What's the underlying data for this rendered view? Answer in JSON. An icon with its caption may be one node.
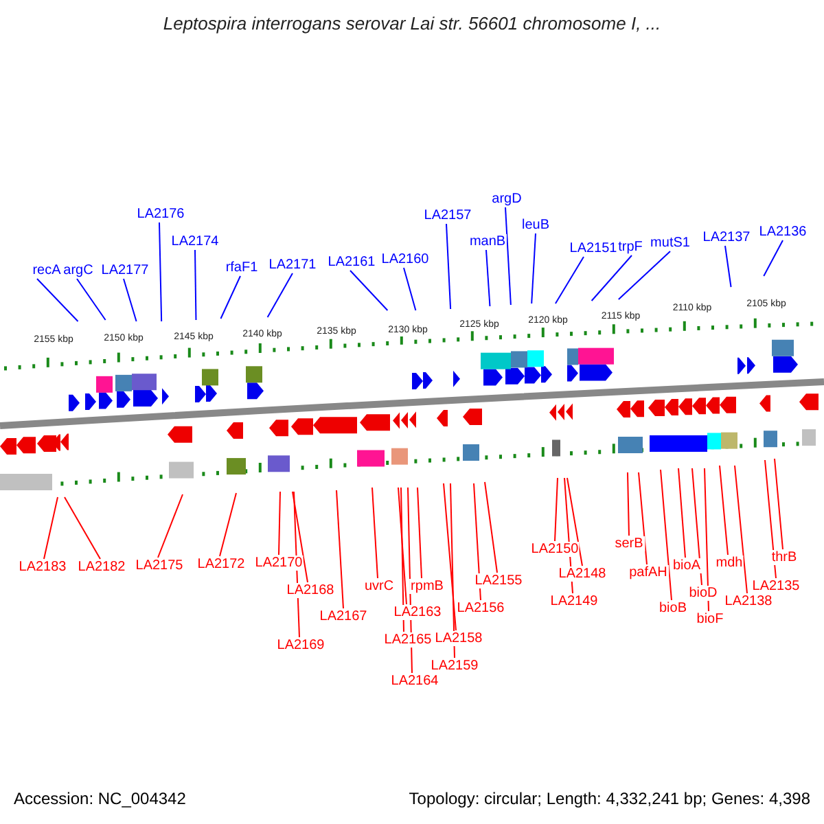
{
  "diagram": {
    "title": "Leptospira interrogans serovar Lai str. 56601 chromosome I, ...",
    "nodes": [
      {
        "text": [
          "recA"
        ]
      },
      {
        "text": [
          "argC"
        ]
      },
      {
        "text": [
          "LA2177"
        ]
      },
      {
        "text": [
          "LA2176"
        ]
      },
      {
        "text": [
          "LA2174"
        ]
      },
      {
        "text": [
          "rfaF1"
        ]
      },
      {
        "text": [
          "LA2171"
        ]
      },
      {
        "text": [
          "LA2161"
        ]
      },
      {
        "text": [
          "LA2160"
        ]
      },
      {
        "text": [
          "LA2157"
        ]
      },
      {
        "text": [
          "argD"
        ]
      },
      {
        "text": [
          "manB"
        ]
      },
      {
        "text": [
          "leuB"
        ]
      },
      {
        "text": [
          "LA2151"
        ]
      },
      {
        "text": [
          "trpF"
        ]
      },
      {
        "text": [
          "mutS1"
        ]
      },
      {
        "text": [
          "LA2137"
        ]
      },
      {
        "text": [
          "LA2136"
        ]
      },
      {
        "text": [
          "LA2183"
        ]
      },
      {
        "text": [
          "LA2182"
        ]
      },
      {
        "text": [
          "LA2175"
        ]
      },
      {
        "text": [
          "LA2172"
        ]
      },
      {
        "text": [
          "LA2170"
        ]
      },
      {
        "text": [
          "LA2168"
        ]
      },
      {
        "text": [
          "LA2169"
        ]
      },
      {
        "text": [
          "LA2167"
        ]
      },
      {
        "text": [
          "uvrC"
        ]
      },
      {
        "text": [
          "rpmB"
        ]
      },
      {
        "text": [
          "LA2163"
        ]
      },
      {
        "text": [
          "LA2165"
        ]
      },
      {
        "text": [
          "LA2164"
        ]
      },
      {
        "text": [
          "LA2158"
        ]
      },
      {
        "text": [
          "LA2159"
        ]
      },
      {
        "text": [
          "LA2156"
        ]
      },
      {
        "text": [
          "LA2155"
        ]
      },
      {
        "text": [
          "LA2150"
        ]
      },
      {
        "text": [
          "LA2148"
        ]
      },
      {
        "text": [
          "LA2149"
        ]
      },
      {
        "text": [
          "serB"
        ]
      },
      {
        "text": [
          "pafAH"
        ]
      },
      {
        "text": [
          "bioB"
        ]
      },
      {
        "text": [
          "bioA"
        ]
      },
      {
        "text": [
          "bioD"
        ]
      },
      {
        "text": [
          "bioF"
        ]
      },
      {
        "text": [
          "mdh"
        ]
      },
      {
        "text": [
          "LA2138"
        ]
      },
      {
        "text": [
          "LA2135"
        ]
      },
      {
        "text": [
          "thrB"
        ]
      }
    ],
    "edges": [
      {
        "from": 0,
        "to": null,
        "arrow": "none",
        "color": "#0000ff"
      },
      {
        "from": 1,
        "to": null,
        "arrow": "none",
        "color": "#0000ff"
      },
      {
        "from": 2,
        "to": null,
        "arrow": "none",
        "color": "#0000ff"
      },
      {
        "from": 3,
        "to": null,
        "arrow": "none",
        "color": "#0000ff"
      },
      {
        "from": 4,
        "to": null,
        "arrow": "none",
        "color": "#0000ff"
      },
      {
        "from": 5,
        "to": null,
        "arrow": "none",
        "color": "#0000ff"
      },
      {
        "from": 6,
        "to": null,
        "arrow": "none",
        "color": "#0000ff"
      },
      {
        "from": 7,
        "to": null,
        "arrow": "none",
        "color": "#0000ff"
      },
      {
        "from": 8,
        "to": null,
        "arrow": "none",
        "color": "#0000ff"
      },
      {
        "from": 9,
        "to": null,
        "arrow": "none",
        "color": "#0000ff"
      },
      {
        "from": 10,
        "to": null,
        "arrow": "none",
        "color": "#0000ff"
      },
      {
        "from": 11,
        "to": null,
        "arrow": "none",
        "color": "#0000ff"
      },
      {
        "from": 12,
        "to": null,
        "arrow": "none",
        "color": "#0000ff"
      },
      {
        "from": 13,
        "to": null,
        "arrow": "none",
        "color": "#0000ff"
      },
      {
        "from": 14,
        "to": null,
        "arrow": "none",
        "color": "#0000ff"
      },
      {
        "from": 15,
        "to": null,
        "arrow": "none",
        "color": "#0000ff"
      },
      {
        "from": 16,
        "to": null,
        "arrow": "none",
        "color": "#0000ff"
      },
      {
        "from": 17,
        "to": null,
        "arrow": "none",
        "color": "#0000ff"
      },
      {
        "from": 18,
        "to": null,
        "arrow": "none"
      },
      {
        "from": 19,
        "to": null,
        "arrow": "none"
      },
      {
        "from": 20,
        "to": null,
        "arrow": "none"
      },
      {
        "from": 21,
        "to": null,
        "arrow": "none"
      },
      {
        "from": 22,
        "to": null,
        "arrow": "none"
      },
      {
        "from": 23,
        "to": null,
        "arrow": "none"
      },
      {
        "from": 24,
        "to": null,
        "arrow": "none"
      },
      {
        "from": 25,
        "to": null,
        "arrow": "none"
      },
      {
        "from": 26,
        "to": null,
        "arrow": "none"
      },
      {
        "from": 27,
        "to": null,
        "arrow": "none"
      },
      {
        "from": 28,
        "to": null,
        "arrow": "none"
      },
      {
        "from": 29,
        "to": null,
        "arrow": "none"
      },
      {
        "from": 30,
        "to": null,
        "arrow": "none"
      },
      {
        "from": 31,
        "to": null,
        "arrow": "none"
      },
      {
        "from": 32,
        "to": null,
        "arrow": "none"
      },
      {
        "from": 33,
        "to": null,
        "arrow": "none"
      },
      {
        "from": 34,
        "to": null,
        "arrow": "none"
      },
      {
        "from": 35,
        "to": null,
        "arrow": "none"
      },
      {
        "from": 36,
        "to": null,
        "arrow": "none"
      },
      {
        "from": 37,
        "to": null,
        "arrow": "none"
      },
      {
        "from": 38,
        "to": null,
        "arrow": "none"
      },
      {
        "from": 39,
        "to": null,
        "arrow": "none"
      },
      {
        "from": 40,
        "to": null,
        "arrow": "none"
      },
      {
        "from": 41,
        "to": null,
        "arrow": "none"
      },
      {
        "from": 42,
        "to": null,
        "arrow": "none"
      },
      {
        "from": 43,
        "to": null,
        "arrow": "none"
      },
      {
        "from": 44,
        "to": null,
        "arrow": "none"
      },
      {
        "from": 45,
        "to": null,
        "arrow": "none"
      },
      {
        "from": 46,
        "to": null,
        "arrow": "none"
      },
      {
        "from": 47,
        "to": null,
        "arrow": "none"
      }
    ],
    "labels": [
      "2155 kbp",
      "2150 kbp",
      "2145 kbp",
      "2140 kbp",
      "2135 kbp",
      "2130 kbp",
      "2125 kbp",
      "2120 kbp",
      "2115 kbp",
      "2110 kbp",
      "2105 kbp",
      "Accession: NC_004342",
      "Topology: circular; Length: 4,332,241 bp; Genes: 4,398"
    ]
  }
}
